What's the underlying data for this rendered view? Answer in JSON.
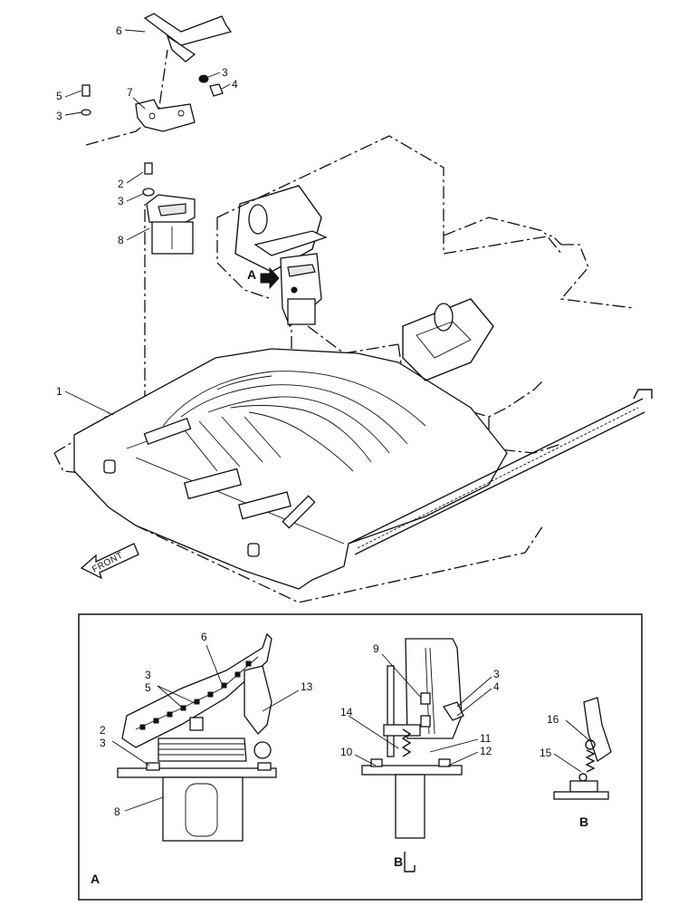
{
  "callouts": {
    "c1": "1",
    "c2": "2",
    "c3a": "3",
    "c3b": "3",
    "c3c": "3",
    "c4": "4",
    "c5": "5",
    "c6": "6",
    "c7": "7",
    "c8": "8"
  },
  "front_label": "FRONT",
  "view_a_marker": "A",
  "detail_a": {
    "title": "A",
    "labels": {
      "l6": "6",
      "l3": "3",
      "l5": "5",
      "l13": "13",
      "l2": "2",
      "l3b": "3",
      "l8": "8"
    }
  },
  "detail_b_section": {
    "title": "B",
    "labels": {
      "l9": "9",
      "l3": "3",
      "l4": "4",
      "l14": "14",
      "l11": "11",
      "l10": "10",
      "l12": "12"
    }
  },
  "detail_b": {
    "title": "B",
    "labels": {
      "l16": "16",
      "l15": "15"
    }
  }
}
